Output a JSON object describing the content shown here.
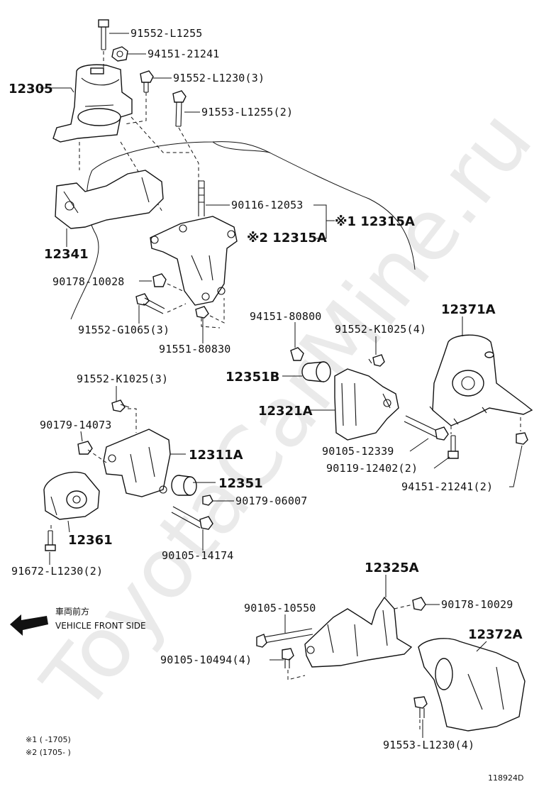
{
  "watermark": "ToyotaCarMine.ru",
  "diagram_id": "118924D",
  "front_label": {
    "jp": "車両前方",
    "en": "VEHICLE FRONT SIDE"
  },
  "notes": [
    "※1 (      -1705)",
    "※2 (1705-       )"
  ],
  "callouts": {
    "c12305": "12305",
    "c91552_L1255": "91552-L1255",
    "c94151_21241": "94151-21241",
    "c91552_L1230_3": "91552-L1230(3)",
    "c91553_L1255_2": "91553-L1255(2)",
    "c90116_12053": "90116-12053",
    "c12315A_1": "※1 12315A",
    "c12315A_2": "※2 12315A",
    "c12341": "12341",
    "c90178_10028": "90178-10028",
    "c91552_G1065_3": "91552-G1065(3)",
    "c91551_80830": "91551-80830",
    "c94151_80800": "94151-80800",
    "c91552_K1025_4": "91552-K1025(4)",
    "c12371A": "12371A",
    "c12351B": "12351B",
    "c12321A": "12321A",
    "c90105_12339": "90105-12339",
    "c90119_12402_2": "90119-12402(2)",
    "c94151_21241_2": "94151-21241(2)",
    "c91552_K1025_3": "91552-K1025(3)",
    "c90179_14073": "90179-14073",
    "c12311A": "12311A",
    "c12351": "12351",
    "c90179_06007": "90179-06007",
    "c12361": "12361",
    "c90105_14174": "90105-14174",
    "c91672_L1230_2": "91672-L1230(2)",
    "c12325A": "12325A",
    "c90105_10550": "90105-10550",
    "c90178_10029": "90178-10029",
    "c90105_10494_4": "90105-10494(4)",
    "c12372A": "12372A",
    "c91553_L1230_4": "91553-L1230(4)"
  }
}
